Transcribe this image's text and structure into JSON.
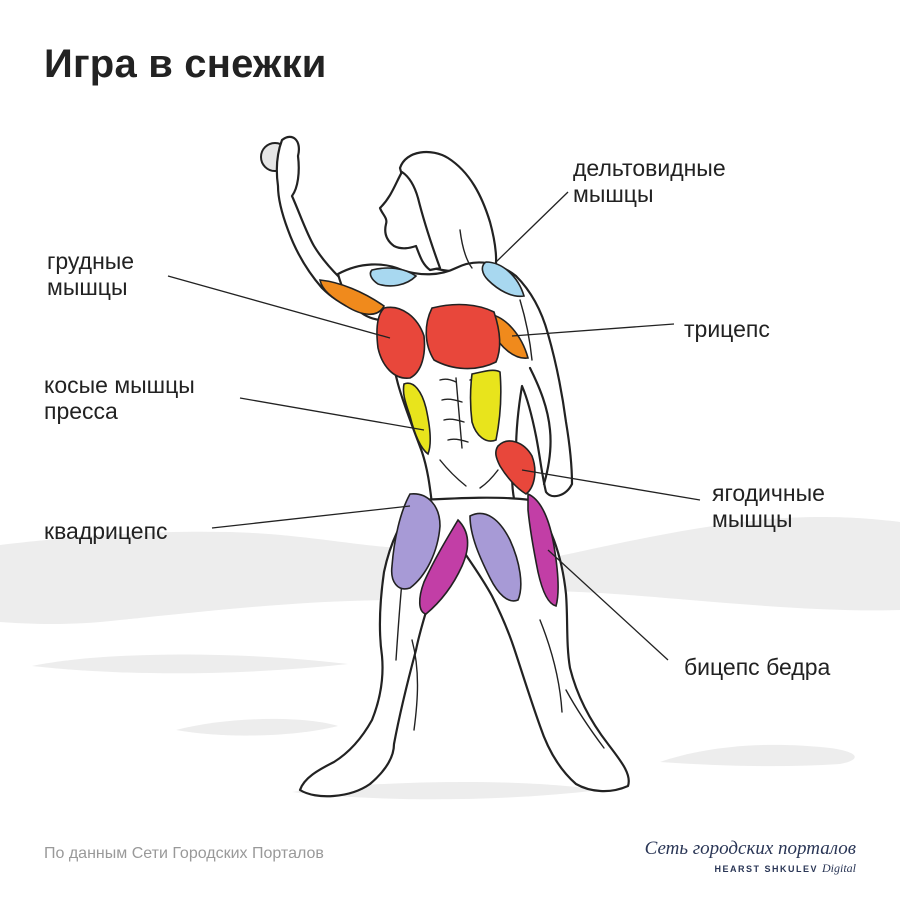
{
  "title": "Игра в снежки",
  "labels": {
    "deltoids": "дельтовидные\nмышцы",
    "pectorals": "грудные\nмышцы",
    "triceps": "трицепс",
    "obliques": "косые мышцы\nпресса",
    "glutes": "ягодичные\nмышцы",
    "quadriceps": "квадрицепс",
    "hamstrings": "бицепс бедра"
  },
  "source": "По данным Сети Городских Порталов",
  "logo": {
    "main": "Сеть городских порталов",
    "sub": "HEARST SHKULEV",
    "sub_suffix": "Digital"
  },
  "colors": {
    "deltoids": "#a8d8f0",
    "pectorals": "#e8473b",
    "triceps": "#f08a1c",
    "obliques": "#e8e41c",
    "glutes": "#e8473b",
    "quadriceps": "#a79ad6",
    "hamstrings": "#c23ea6",
    "ground": "#ededed"
  }
}
